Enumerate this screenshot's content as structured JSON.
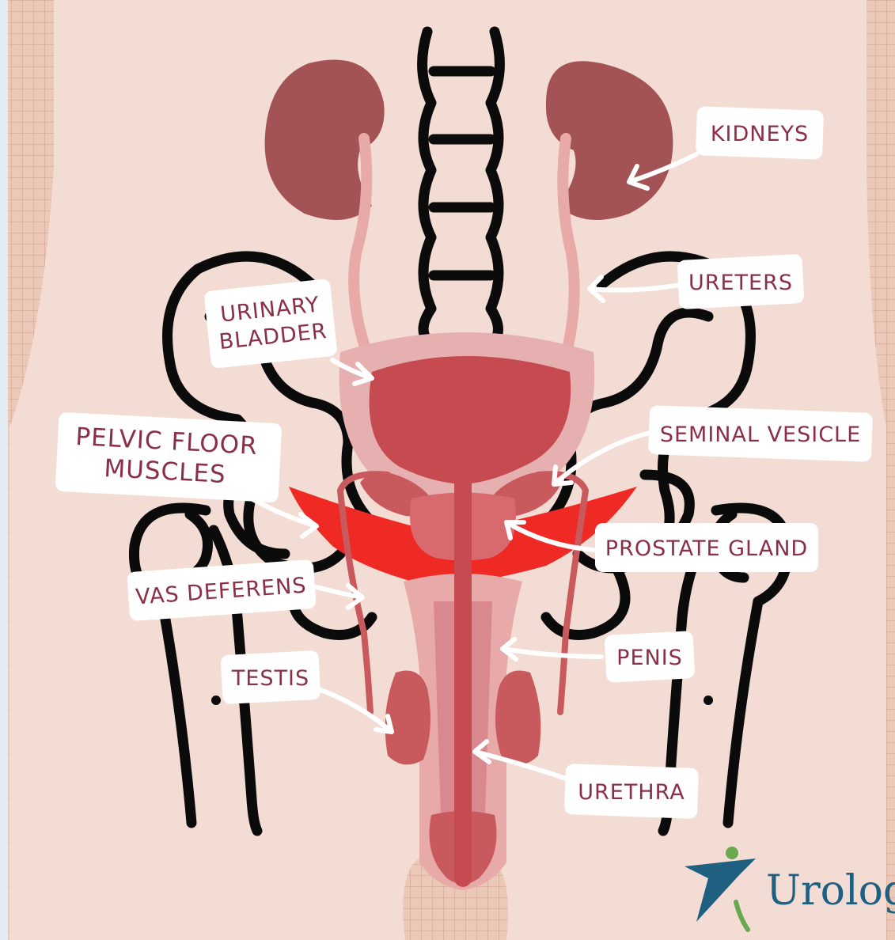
{
  "labels": {
    "kidneys": "KIDNEYS",
    "ureters": "URETERS",
    "urinary_bladder_1": "URINARY",
    "urinary_bladder_2": "BLADDER",
    "seminal_vesicle": "SEMINAL VESICLE",
    "pelvic_floor_1": "PELVIC FLOOR",
    "pelvic_floor_2": "MUSCLES",
    "prostate_gland": "PROSTATE GLAND",
    "vas_deferens": "VAS DEFERENS",
    "penis": "PENIS",
    "testis": "TESTIS",
    "urethra": "URETHRA"
  },
  "logo": {
    "text": "Urolog"
  },
  "colors": {
    "skin": "#f3dcd3",
    "skin_grid": "#e2c0b0",
    "bone_outline": "#0b0b0b",
    "kidney": "#a35355",
    "bladder": "#c64b51",
    "bladder_wall": "#e6b0b0",
    "muscle": "#ef2a25",
    "organ_pink": "#e8aaa8",
    "organ_dark": "#c85a5e",
    "label_text": "#8a2f45",
    "logo": "#1f5f80",
    "logo_accent": "#6aa84f"
  }
}
